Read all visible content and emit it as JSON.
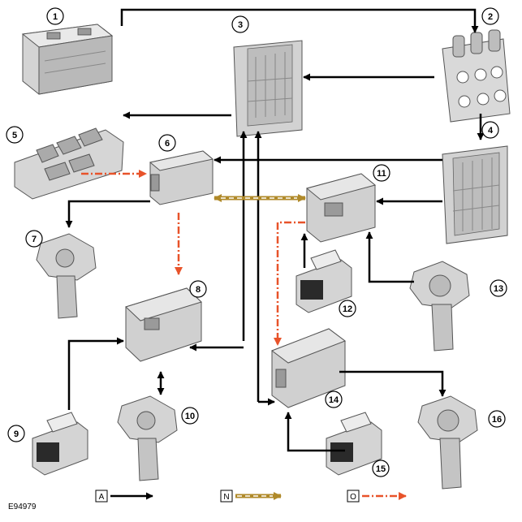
{
  "figure_ref": "E94979",
  "colors": {
    "A": "#000000",
    "N": "#b08a2a",
    "O": "#e8532a",
    "component": "#cfcfcf",
    "component_dark": "#8e8e8e"
  },
  "components": [
    {
      "id": "c1",
      "number": "1",
      "icon": "battery-icon"
    },
    {
      "id": "c2",
      "number": "2",
      "icon": "fuse-block-icon"
    },
    {
      "id": "c3",
      "number": "3",
      "icon": "fuse-box-icon"
    },
    {
      "id": "c4",
      "number": "4",
      "icon": "fuse-box-icon"
    },
    {
      "id": "c5",
      "number": "5",
      "icon": "window-switch-pack-icon"
    },
    {
      "id": "c6",
      "number": "6",
      "icon": "control-module-icon"
    },
    {
      "id": "c7",
      "number": "7",
      "icon": "window-motor-icon"
    },
    {
      "id": "c8",
      "number": "8",
      "icon": "control-module-icon"
    },
    {
      "id": "c9",
      "number": "9",
      "icon": "window-switch-icon"
    },
    {
      "id": "c10",
      "number": "10",
      "icon": "window-motor-icon"
    },
    {
      "id": "c11",
      "number": "11",
      "icon": "control-module-icon"
    },
    {
      "id": "c12",
      "number": "12",
      "icon": "window-switch-icon"
    },
    {
      "id": "c13",
      "number": "13",
      "icon": "window-motor-icon"
    },
    {
      "id": "c14",
      "number": "14",
      "icon": "control-module-icon"
    },
    {
      "id": "c15",
      "number": "15",
      "icon": "window-switch-icon"
    },
    {
      "id": "c16",
      "number": "16",
      "icon": "window-motor-icon"
    }
  ],
  "legend": [
    {
      "key": "A",
      "style": "solid"
    },
    {
      "key": "N",
      "style": "dashed-double"
    },
    {
      "key": "O",
      "style": "dash-dot"
    }
  ]
}
